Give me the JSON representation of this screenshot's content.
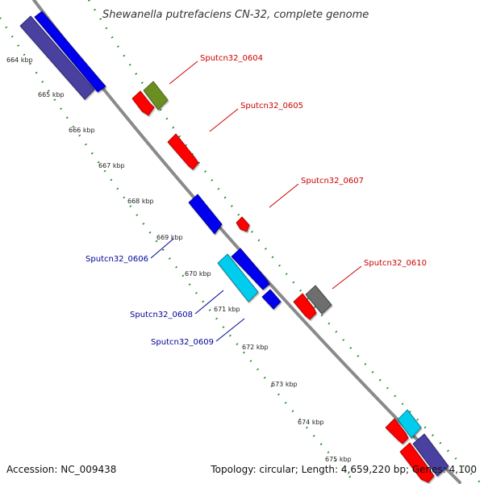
{
  "title": "Shewanella putrefaciens CN-32, complete genome",
  "accession": "Accession: NC_009438",
  "topology": "Topology: circular; Length: 4,659,220 bp; Genes: 4,100",
  "colors": {
    "backbone": "#8a8a8a",
    "ticks": "#1a8a1a",
    "label_red": "#cc0000",
    "label_blue": "#000099",
    "red_gene": "#ff0000",
    "blue_gene": "#0000ee",
    "navy_gene": "#4a3fa0",
    "olive_gene": "#6b8e23",
    "cyan_gene": "#00ccee",
    "grey_gene": "#6e6e6e"
  },
  "kbp_ticks": [
    "664 kbp",
    "665 kbp",
    "666 kbp",
    "667 kbp",
    "668 kbp",
    "669 kbp",
    "670 kbp",
    "671 kbp",
    "672 kbp",
    "673 kbp",
    "674 kbp",
    "675 kbp"
  ],
  "gene_labels": {
    "sputcn32_0604": "Sputcn32_0604",
    "sputcn32_0605": "Sputcn32_0605",
    "sputcn32_0606": "Sputcn32_0606",
    "sputcn32_0607": "Sputcn32_0607",
    "sputcn32_0608": "Sputcn32_0608",
    "sputcn32_0609": "Sputcn32_0609",
    "sputcn32_0610": "Sputcn32_0610"
  }
}
